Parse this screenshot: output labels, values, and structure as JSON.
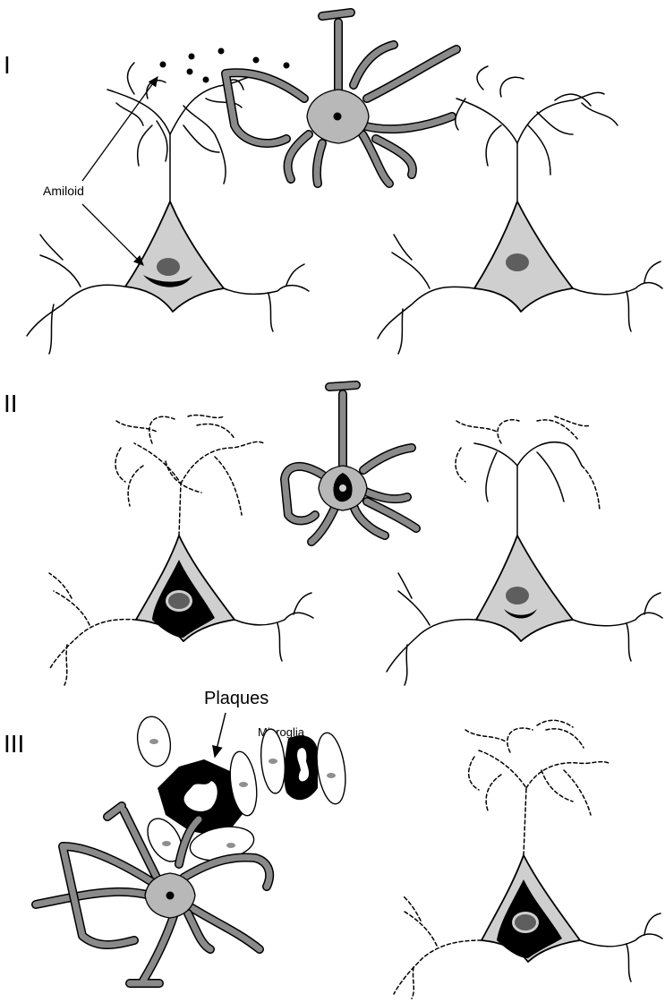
{
  "panels": [
    {
      "label": "I"
    },
    {
      "label": "II"
    },
    {
      "label": "III"
    }
  ],
  "annotations": {
    "amyloid": "Amiloid",
    "plaques": "Plaques",
    "microglia": "Microglia"
  },
  "colors": {
    "soma_fill": "#cfcfcf",
    "nucleus": "#5e5e5e",
    "amyloid_deposit": "#000000",
    "astrocyte_process": "#8a8a8a",
    "microglia_fill": "#ffffff"
  }
}
